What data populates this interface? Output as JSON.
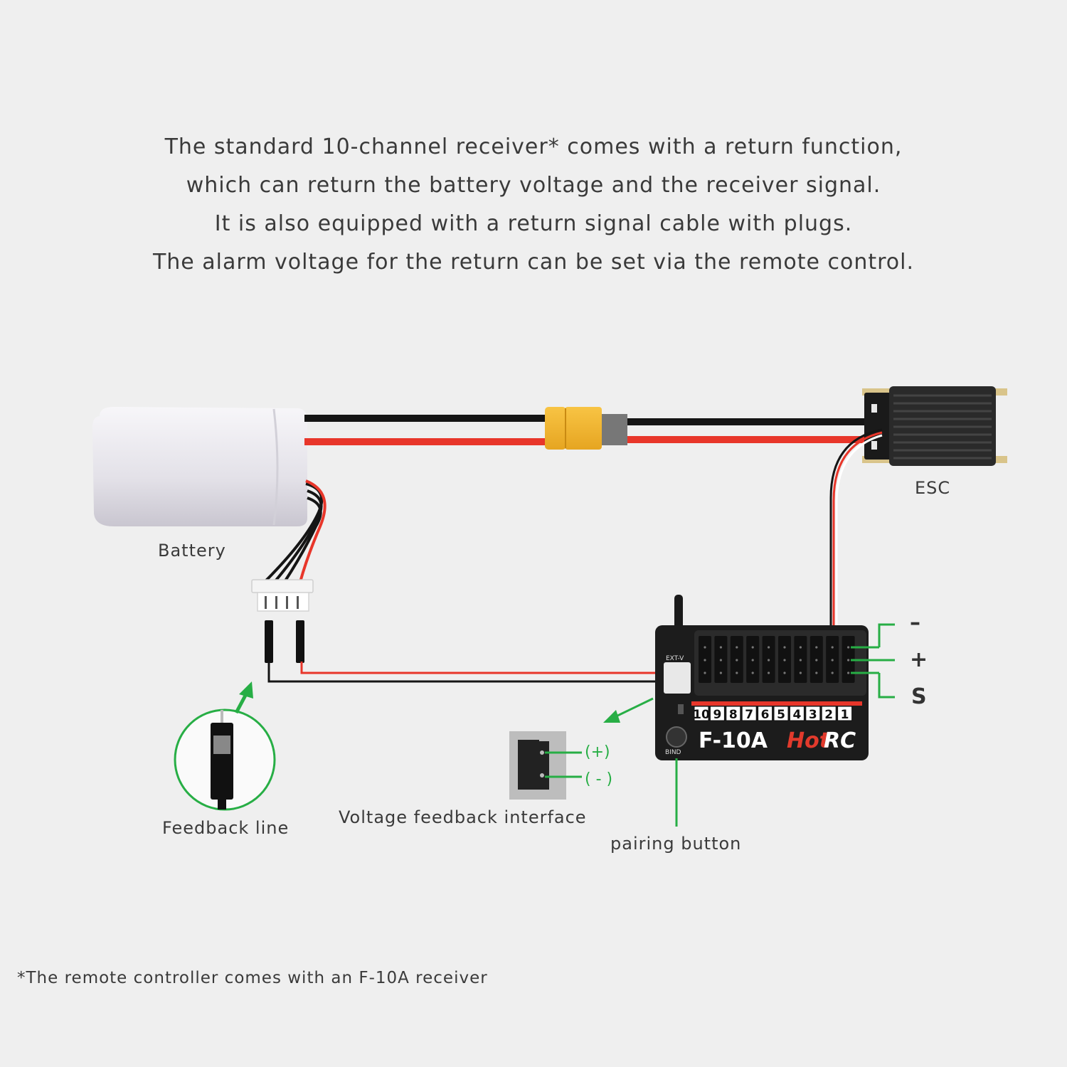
{
  "intro": {
    "lines": [
      "The standard 10-channel receiver* comes with a return function,",
      "which can return the battery voltage and the receiver signal.",
      "It is also equipped with a return signal cable with plugs.",
      "The alarm voltage for the return can be set via the remote control."
    ]
  },
  "labels": {
    "battery": "Battery",
    "esc": "ESC",
    "feedback_line": "Feedback line",
    "voltage_feedback_interface": "Voltage feedback interface",
    "pairing_button": "pairing button"
  },
  "pins": {
    "minus": "–",
    "plus": "+",
    "signal": "S"
  },
  "interface": {
    "plus": "(+)",
    "minus": "( - )"
  },
  "receiver": {
    "model": "F-10A",
    "brand_hot": "Hot",
    "brand_rc": "RC",
    "ext_label": "EXT-V",
    "bind_label": "BIND",
    "channels": [
      "10",
      "9",
      "8",
      "7",
      "6",
      "5",
      "4",
      "3",
      "2",
      "1"
    ]
  },
  "footnote": "*The remote controller comes with an F-10A receiver",
  "colors": {
    "accent_green": "#27ae45",
    "wire_red": "#e8362a",
    "connector_yellow": "#f2b630",
    "receiver_black": "#1c1c1c"
  }
}
